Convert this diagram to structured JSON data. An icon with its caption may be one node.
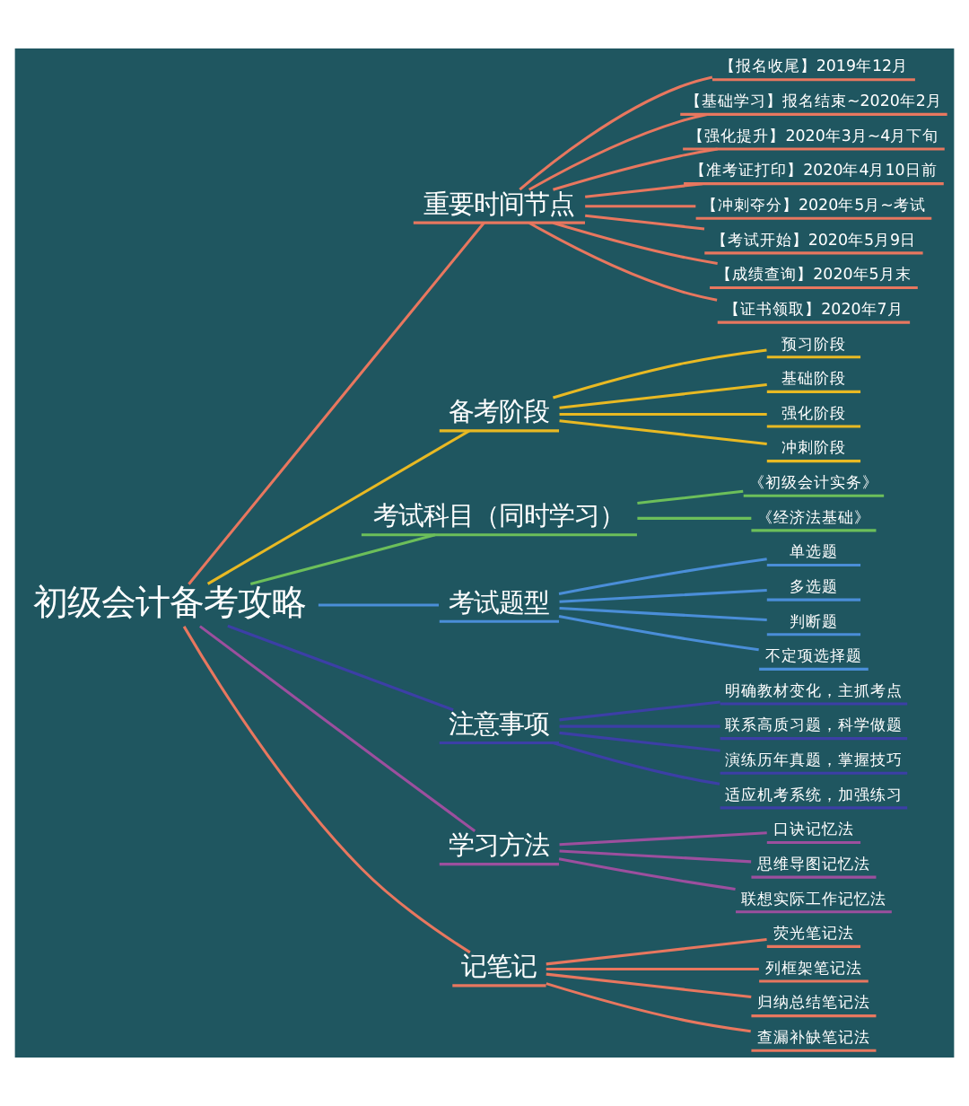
{
  "diagram": {
    "nodes": [
      {
        "text": [
          "初级会计备考攻略"
        ]
      },
      {
        "text": [
          "重要时间节点"
        ]
      },
      {
        "text": [
          "【报名收尾】2019年12月"
        ]
      },
      {
        "text": [
          "【基础学习】报名结束~2020年2月"
        ]
      },
      {
        "text": [
          "【强化提升】2020年3月~4月下旬"
        ]
      },
      {
        "text": [
          "【准考证打印】2020年4月10日前"
        ]
      },
      {
        "text": [
          "【冲刺夺分】2020年5月~考试"
        ]
      },
      {
        "text": [
          "【考试开始】2020年5月9日"
        ]
      },
      {
        "text": [
          "【成绩查询】2020年5月末"
        ]
      },
      {
        "text": [
          "【证书领取】2020年7月"
        ]
      },
      {
        "text": [
          "备考阶段"
        ]
      },
      {
        "text": [
          "预习阶段"
        ]
      },
      {
        "text": [
          "基础阶段"
        ]
      },
      {
        "text": [
          "强化阶段"
        ]
      },
      {
        "text": [
          "冲刺阶段"
        ]
      },
      {
        "text": [
          "考试科目（同时学习）"
        ]
      },
      {
        "text": [
          "《初级会计实务》"
        ]
      },
      {
        "text": [
          "《经济法基础》"
        ]
      },
      {
        "text": [
          "考试题型"
        ]
      },
      {
        "text": [
          "单选题"
        ]
      },
      {
        "text": [
          "多选题"
        ]
      },
      {
        "text": [
          "判断题"
        ]
      },
      {
        "text": [
          "不定项选择题"
        ]
      },
      {
        "text": [
          "注意事项"
        ]
      },
      {
        "text": [
          "明确教材变化，主抓考点"
        ]
      },
      {
        "text": [
          "联系高质习题，科学做题"
        ]
      },
      {
        "text": [
          "演练历年真题，掌握技巧"
        ]
      },
      {
        "text": [
          "适应机考系统，加强练习"
        ]
      },
      {
        "text": [
          "学习方法"
        ]
      },
      {
        "text": [
          "口诀记忆法"
        ]
      },
      {
        "text": [
          "思维导图记忆法"
        ]
      },
      {
        "text": [
          "联想实际工作记忆法"
        ]
      },
      {
        "text": [
          "记笔记"
        ]
      },
      {
        "text": [
          "荧光笔记法"
        ]
      },
      {
        "text": [
          "列框架笔记法"
        ]
      },
      {
        "text": [
          "归纳总结笔记法"
        ]
      },
      {
        "text": [
          "查漏补缺笔记法"
        ]
      }
    ],
    "edges": [
      {
        "from": 0,
        "to": 1,
        "arrow": "none",
        "color": "#e8775f"
      },
      {
        "from": 1,
        "to": 2,
        "arrow": "none",
        "color": "#e8775f"
      },
      {
        "from": 1,
        "to": 3,
        "arrow": "none",
        "color": "#e8775f"
      },
      {
        "from": 1,
        "to": 4,
        "arrow": "none",
        "color": "#e8775f"
      },
      {
        "from": 1,
        "to": 5,
        "arrow": "none",
        "color": "#e8775f"
      },
      {
        "from": 1,
        "to": 6,
        "arrow": "none",
        "color": "#e8775f"
      },
      {
        "from": 1,
        "to": 7,
        "arrow": "none",
        "color": "#e8775f"
      },
      {
        "from": 1,
        "to": 8,
        "arrow": "none",
        "color": "#e8775f"
      },
      {
        "from": 1,
        "to": 9,
        "arrow": "none",
        "color": "#e8775f"
      },
      {
        "from": 0,
        "to": 10,
        "arrow": "none",
        "color": "#e8b923"
      },
      {
        "from": 10,
        "to": 11,
        "arrow": "none",
        "color": "#e8b923"
      },
      {
        "from": 10,
        "to": 12,
        "arrow": "none",
        "color": "#e8b923"
      },
      {
        "from": 10,
        "to": 13,
        "arrow": "none",
        "color": "#e8b923"
      },
      {
        "from": 10,
        "to": 14,
        "arrow": "none",
        "color": "#e8b923"
      },
      {
        "from": 0,
        "to": 15,
        "arrow": "none",
        "color": "#6cbf5a"
      },
      {
        "from": 15,
        "to": 16,
        "arrow": "none",
        "color": "#6cbf5a"
      },
      {
        "from": 15,
        "to": 17,
        "arrow": "none",
        "color": "#6cbf5a"
      },
      {
        "from": 0,
        "to": 18,
        "arrow": "none",
        "color": "#4a8ed8"
      },
      {
        "from": 18,
        "to": 19,
        "arrow": "none",
        "color": "#4a8ed8"
      },
      {
        "from": 18,
        "to": 20,
        "arrow": "none",
        "color": "#4a8ed8"
      },
      {
        "from": 18,
        "to": 21,
        "arrow": "none",
        "color": "#4a8ed8"
      },
      {
        "from": 18,
        "to": 22,
        "arrow": "none",
        "color": "#4a8ed8"
      },
      {
        "from": 0,
        "to": 23,
        "arrow": "none",
        "color": "#3c3fa6"
      },
      {
        "from": 23,
        "to": 24,
        "arrow": "none",
        "color": "#3c3fa6"
      },
      {
        "from": 23,
        "to": 25,
        "arrow": "none",
        "color": "#3c3fa6"
      },
      {
        "from": 23,
        "to": 26,
        "arrow": "none",
        "color": "#3c3fa6"
      },
      {
        "from": 23,
        "to": 27,
        "arrow": "none",
        "color": "#3c3fa6"
      },
      {
        "from": 0,
        "to": 28,
        "arrow": "none",
        "color": "#9c4f9e"
      },
      {
        "from": 28,
        "to": 29,
        "arrow": "none",
        "color": "#9c4f9e"
      },
      {
        "from": 28,
        "to": 30,
        "arrow": "none",
        "color": "#9c4f9e"
      },
      {
        "from": 28,
        "to": 31,
        "arrow": "none",
        "color": "#9c4f9e"
      },
      {
        "from": 0,
        "to": 32,
        "arrow": "none",
        "color": "#e8775f"
      },
      {
        "from": 32,
        "to": 33,
        "arrow": "none",
        "color": "#e8775f"
      },
      {
        "from": 32,
        "to": 34,
        "arrow": "none",
        "color": "#e8775f"
      },
      {
        "from": 32,
        "to": 35,
        "arrow": "none",
        "color": "#e8775f"
      },
      {
        "from": 32,
        "to": 36,
        "arrow": "none",
        "color": "#e8775f"
      }
    ]
  }
}
